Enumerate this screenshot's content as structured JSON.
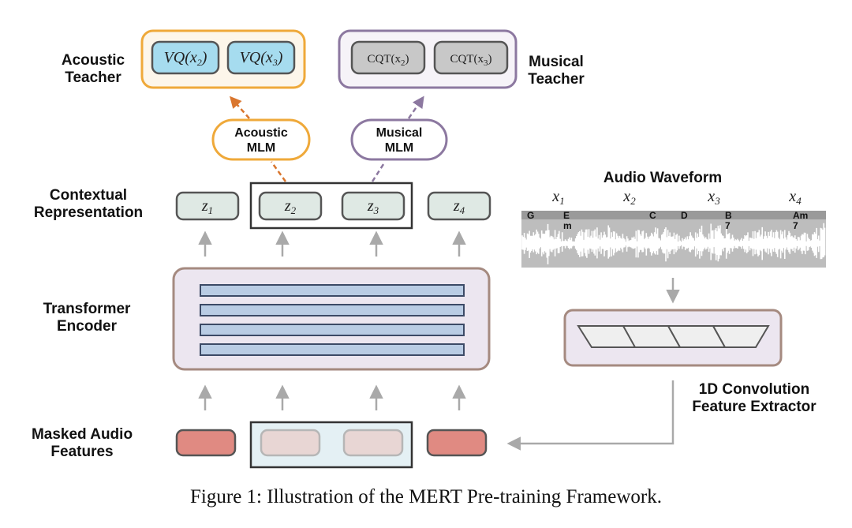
{
  "colors": {
    "acoustic_orange": "#efa93a",
    "musical_purple": "#8c78a0",
    "vq_fill": "#a6dcef",
    "cqt_fill": "#c8c8c8",
    "z_fill": "#dfe9e4",
    "transformer_fill": "#ece6f0",
    "transformer_bar": "#b9cce4",
    "masked_red": "#e08a82",
    "masked_faded": "#e8d6d4",
    "mask_box_fill": "#e4f0f4",
    "waveform_bg": "#bdbdbd",
    "arrow_gray": "#a9a9a9"
  },
  "acoustic_teacher": {
    "label_line1": "Acoustic",
    "label_line2": "Teacher",
    "items": [
      "VQ(x",
      "VQ(x"
    ],
    "subscripts": [
      "2",
      "3"
    ]
  },
  "musical_teacher": {
    "label_line1": "Musical",
    "label_line2": "Teacher",
    "items": [
      "CQT(x",
      "CQT(x"
    ],
    "subscripts": [
      "2",
      "3"
    ]
  },
  "acoustic_mlm": {
    "line1": "Acoustic",
    "line2": "MLM"
  },
  "musical_mlm": {
    "line1": "Musical",
    "line2": "MLM"
  },
  "contextual": {
    "label_line1": "Contextual",
    "label_line2": "Representation",
    "tokens": [
      "z",
      "z",
      "z",
      "z"
    ],
    "subscripts": [
      "1",
      "2",
      "3",
      "4"
    ]
  },
  "transformer": {
    "label_line1": "Transformer",
    "label_line2": "Encoder"
  },
  "masked": {
    "label_line1": "Masked Audio",
    "label_line2": "Features"
  },
  "waveform": {
    "title": "Audio Waveform",
    "segments": [
      "x",
      "x",
      "x",
      "x"
    ],
    "subscripts": [
      "1",
      "2",
      "3",
      "4"
    ],
    "chords": [
      {
        "line1": "G",
        "line2": ""
      },
      {
        "line1": "E",
        "line2": "m"
      },
      {
        "line1": "C",
        "line2": ""
      },
      {
        "line1": "D",
        "line2": ""
      },
      {
        "line1": "B",
        "line2": "7"
      },
      {
        "line1": "Am",
        "line2": "7"
      }
    ]
  },
  "conv": {
    "label_line1": "1D Convolution",
    "label_line2": "Feature Extractor"
  },
  "caption": "Figure 1: Illustration of the MERT Pre-training Framework."
}
